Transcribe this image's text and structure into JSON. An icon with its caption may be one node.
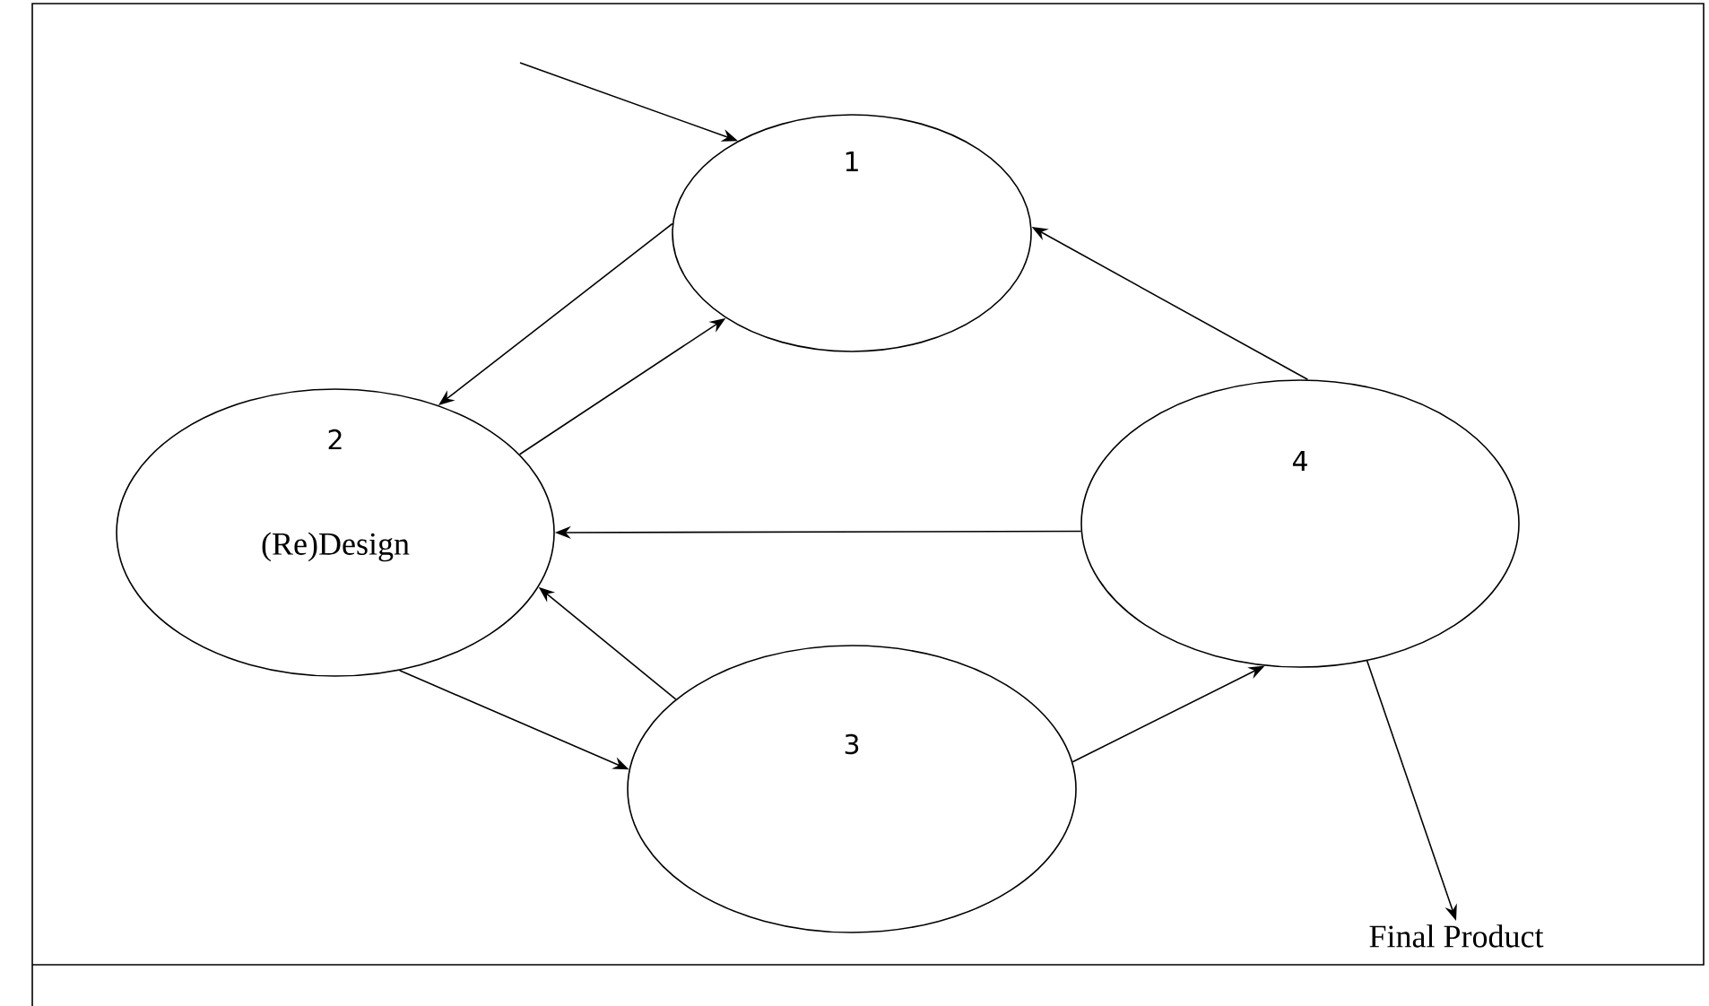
{
  "diagram": {
    "nodes": [
      {
        "text": [
          "1"
        ]
      },
      {
        "text": [
          "2",
          "(Re)Design"
        ]
      },
      {
        "text": [
          "3"
        ]
      },
      {
        "text": [
          "4"
        ]
      },
      {
        "text": [
          "Final Product"
        ]
      }
    ],
    "edges": [
      {
        "from": null,
        "to": 0,
        "arrow": "to"
      },
      {
        "from": 0,
        "to": 1,
        "arrow": "to"
      },
      {
        "from": 1,
        "to": 0,
        "arrow": "to"
      },
      {
        "from": 3,
        "to": 1,
        "arrow": "to"
      },
      {
        "from": 2,
        "to": 1,
        "arrow": "to"
      },
      {
        "from": 1,
        "to": 2,
        "arrow": "to"
      },
      {
        "from": 2,
        "to": 3,
        "arrow": "to"
      },
      {
        "from": 3,
        "to": 0,
        "arrow": "to"
      },
      {
        "from": 3,
        "to": 4,
        "arrow": "to"
      }
    ]
  }
}
